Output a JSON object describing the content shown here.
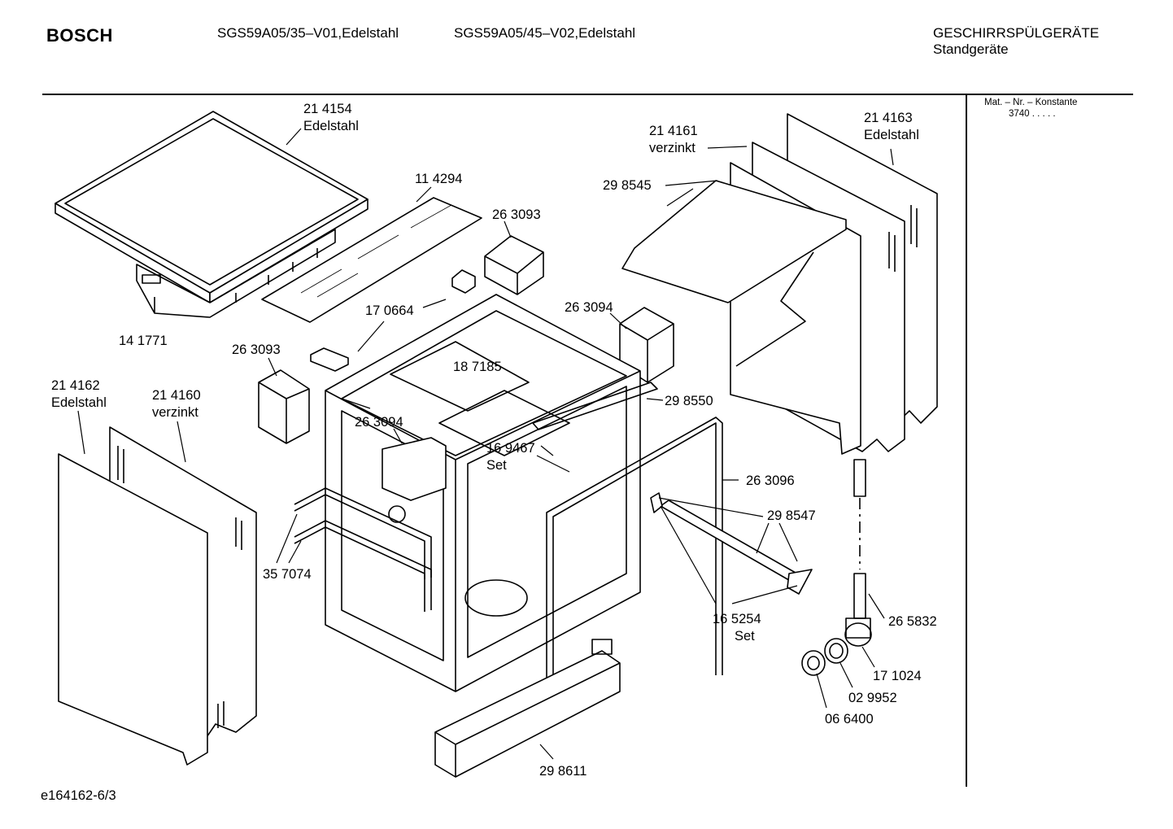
{
  "header": {
    "brand": "BOSCH",
    "model_1": "SGS59A05/35–V01,Edelstahl",
    "model_2": "SGS59A05/45–V02,Edelstahl",
    "category": "GESCHIRRSPÜLGERÄTE",
    "subcategory": "Standgeräte"
  },
  "side_panel": {
    "heading": "Mat. – Nr. – Konstante",
    "value": "3740 .  .  .  .  ."
  },
  "labels": {
    "p214154": "21 4154",
    "p214154_sub": "Edelstahl",
    "p114294": "11 4294",
    "p263093a": "26 3093",
    "p141771": "14 1771",
    "p170664": "17 0664",
    "p263094a": "26 3094",
    "p263093b": "26 3093",
    "p187185": "18 7185",
    "p298550": "29 8550",
    "p263094b": "26 3094",
    "p214161": "21 4161",
    "p214161_sub": "verzinkt",
    "p214163": "21 4163",
    "p214163_sub": "Edelstahl",
    "p298545": "29 8545",
    "p214162": "21 4162",
    "p214162_sub": "Edelstahl",
    "p214160": "21 4160",
    "p214160_sub": "verzinkt",
    "p169467": "16 9467",
    "p169467_sub": "Set",
    "p263096": "26 3096",
    "p298547": "29 8547",
    "p357074": "35 7074",
    "p165254": "16 5254",
    "p165254_sub": "Set",
    "p265832": "26 5832",
    "p171024": "17 1024",
    "p029952": "02 9952",
    "p066400": "06 6400",
    "p298611": "29 8611"
  },
  "footer": {
    "drawing_id": "e164162-6/3"
  }
}
